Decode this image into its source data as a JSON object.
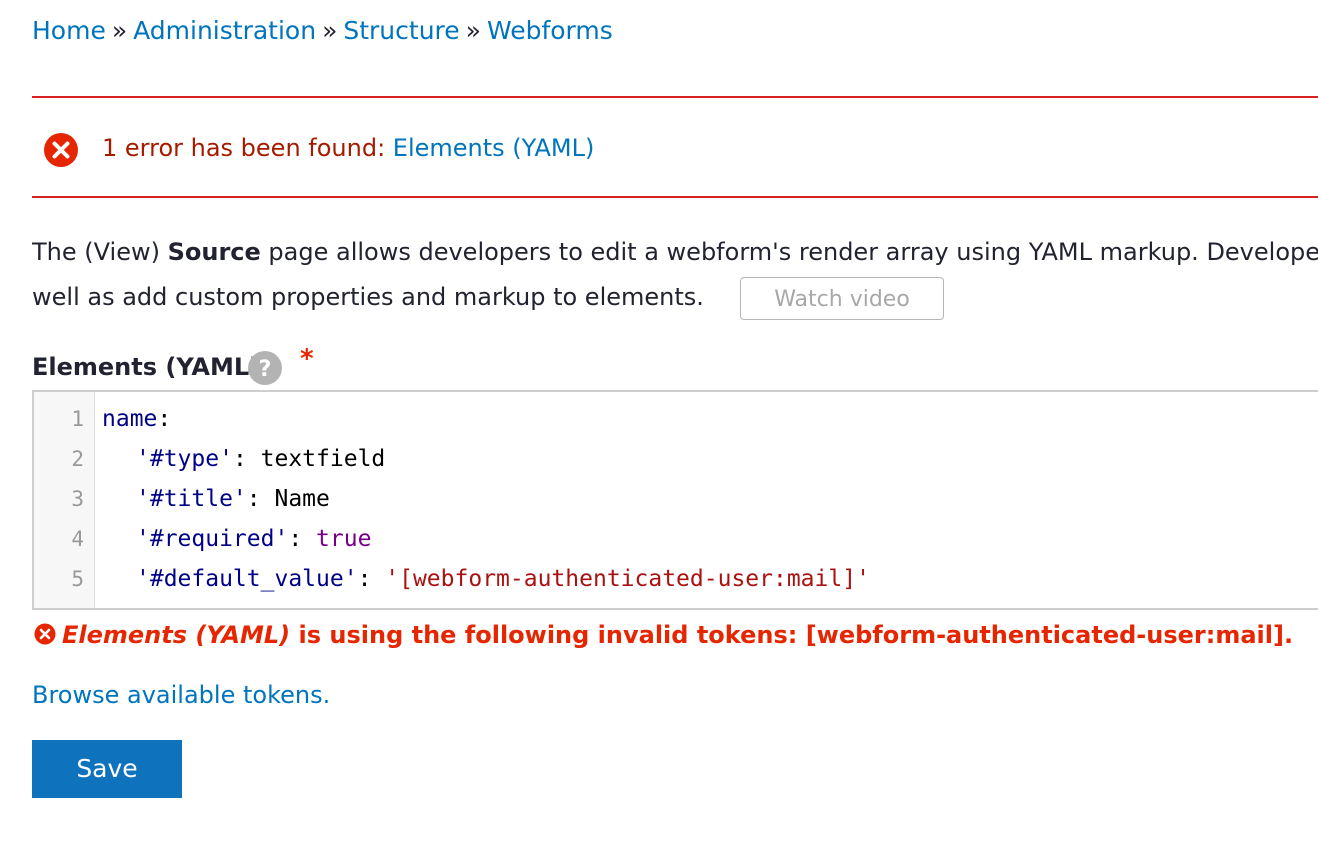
{
  "breadcrumb": {
    "items": [
      "Home",
      "Administration",
      "Structure",
      "Webforms"
    ],
    "separator": "»"
  },
  "messages": {
    "error_prefix": "1 error has been found: ",
    "error_link": "Elements (YAML)",
    "icon": "error-circle-icon",
    "color": "#d72222"
  },
  "description": {
    "part1": "The (View) ",
    "bold": "Source",
    "part2": " page allows developers to edit a webform's render array using YAML markup. Developer",
    "line2": "well as add custom properties and markup to elements."
  },
  "watch_video": {
    "label": "Watch video"
  },
  "field": {
    "label": "Elements (YAML)",
    "help_icon": "question-circle-icon",
    "required_mark": "*"
  },
  "editor": {
    "lines": [
      {
        "no": "1",
        "key": "name",
        "sep": ":",
        "value": "",
        "value_type": ""
      },
      {
        "no": "2",
        "key": "'#type'",
        "sep": ": ",
        "value": "textfield",
        "value_type": "plain"
      },
      {
        "no": "3",
        "key": "'#title'",
        "sep": ": ",
        "value": "Name",
        "value_type": "plain"
      },
      {
        "no": "4",
        "key": "'#required'",
        "sep": ": ",
        "value": "true",
        "value_type": "atom"
      },
      {
        "no": "5",
        "key": "'#default_value'",
        "sep": ": ",
        "value": "'[webform-authenticated-user:mail]'",
        "value_type": "string"
      }
    ]
  },
  "field_error": {
    "field_name": "Elements (YAML)",
    "message": " is using the following invalid tokens: [webform-authenticated-user:mail]."
  },
  "browse_tokens": {
    "label": "Browse available tokens."
  },
  "save": {
    "label": "Save",
    "color": "#0f72bd"
  }
}
